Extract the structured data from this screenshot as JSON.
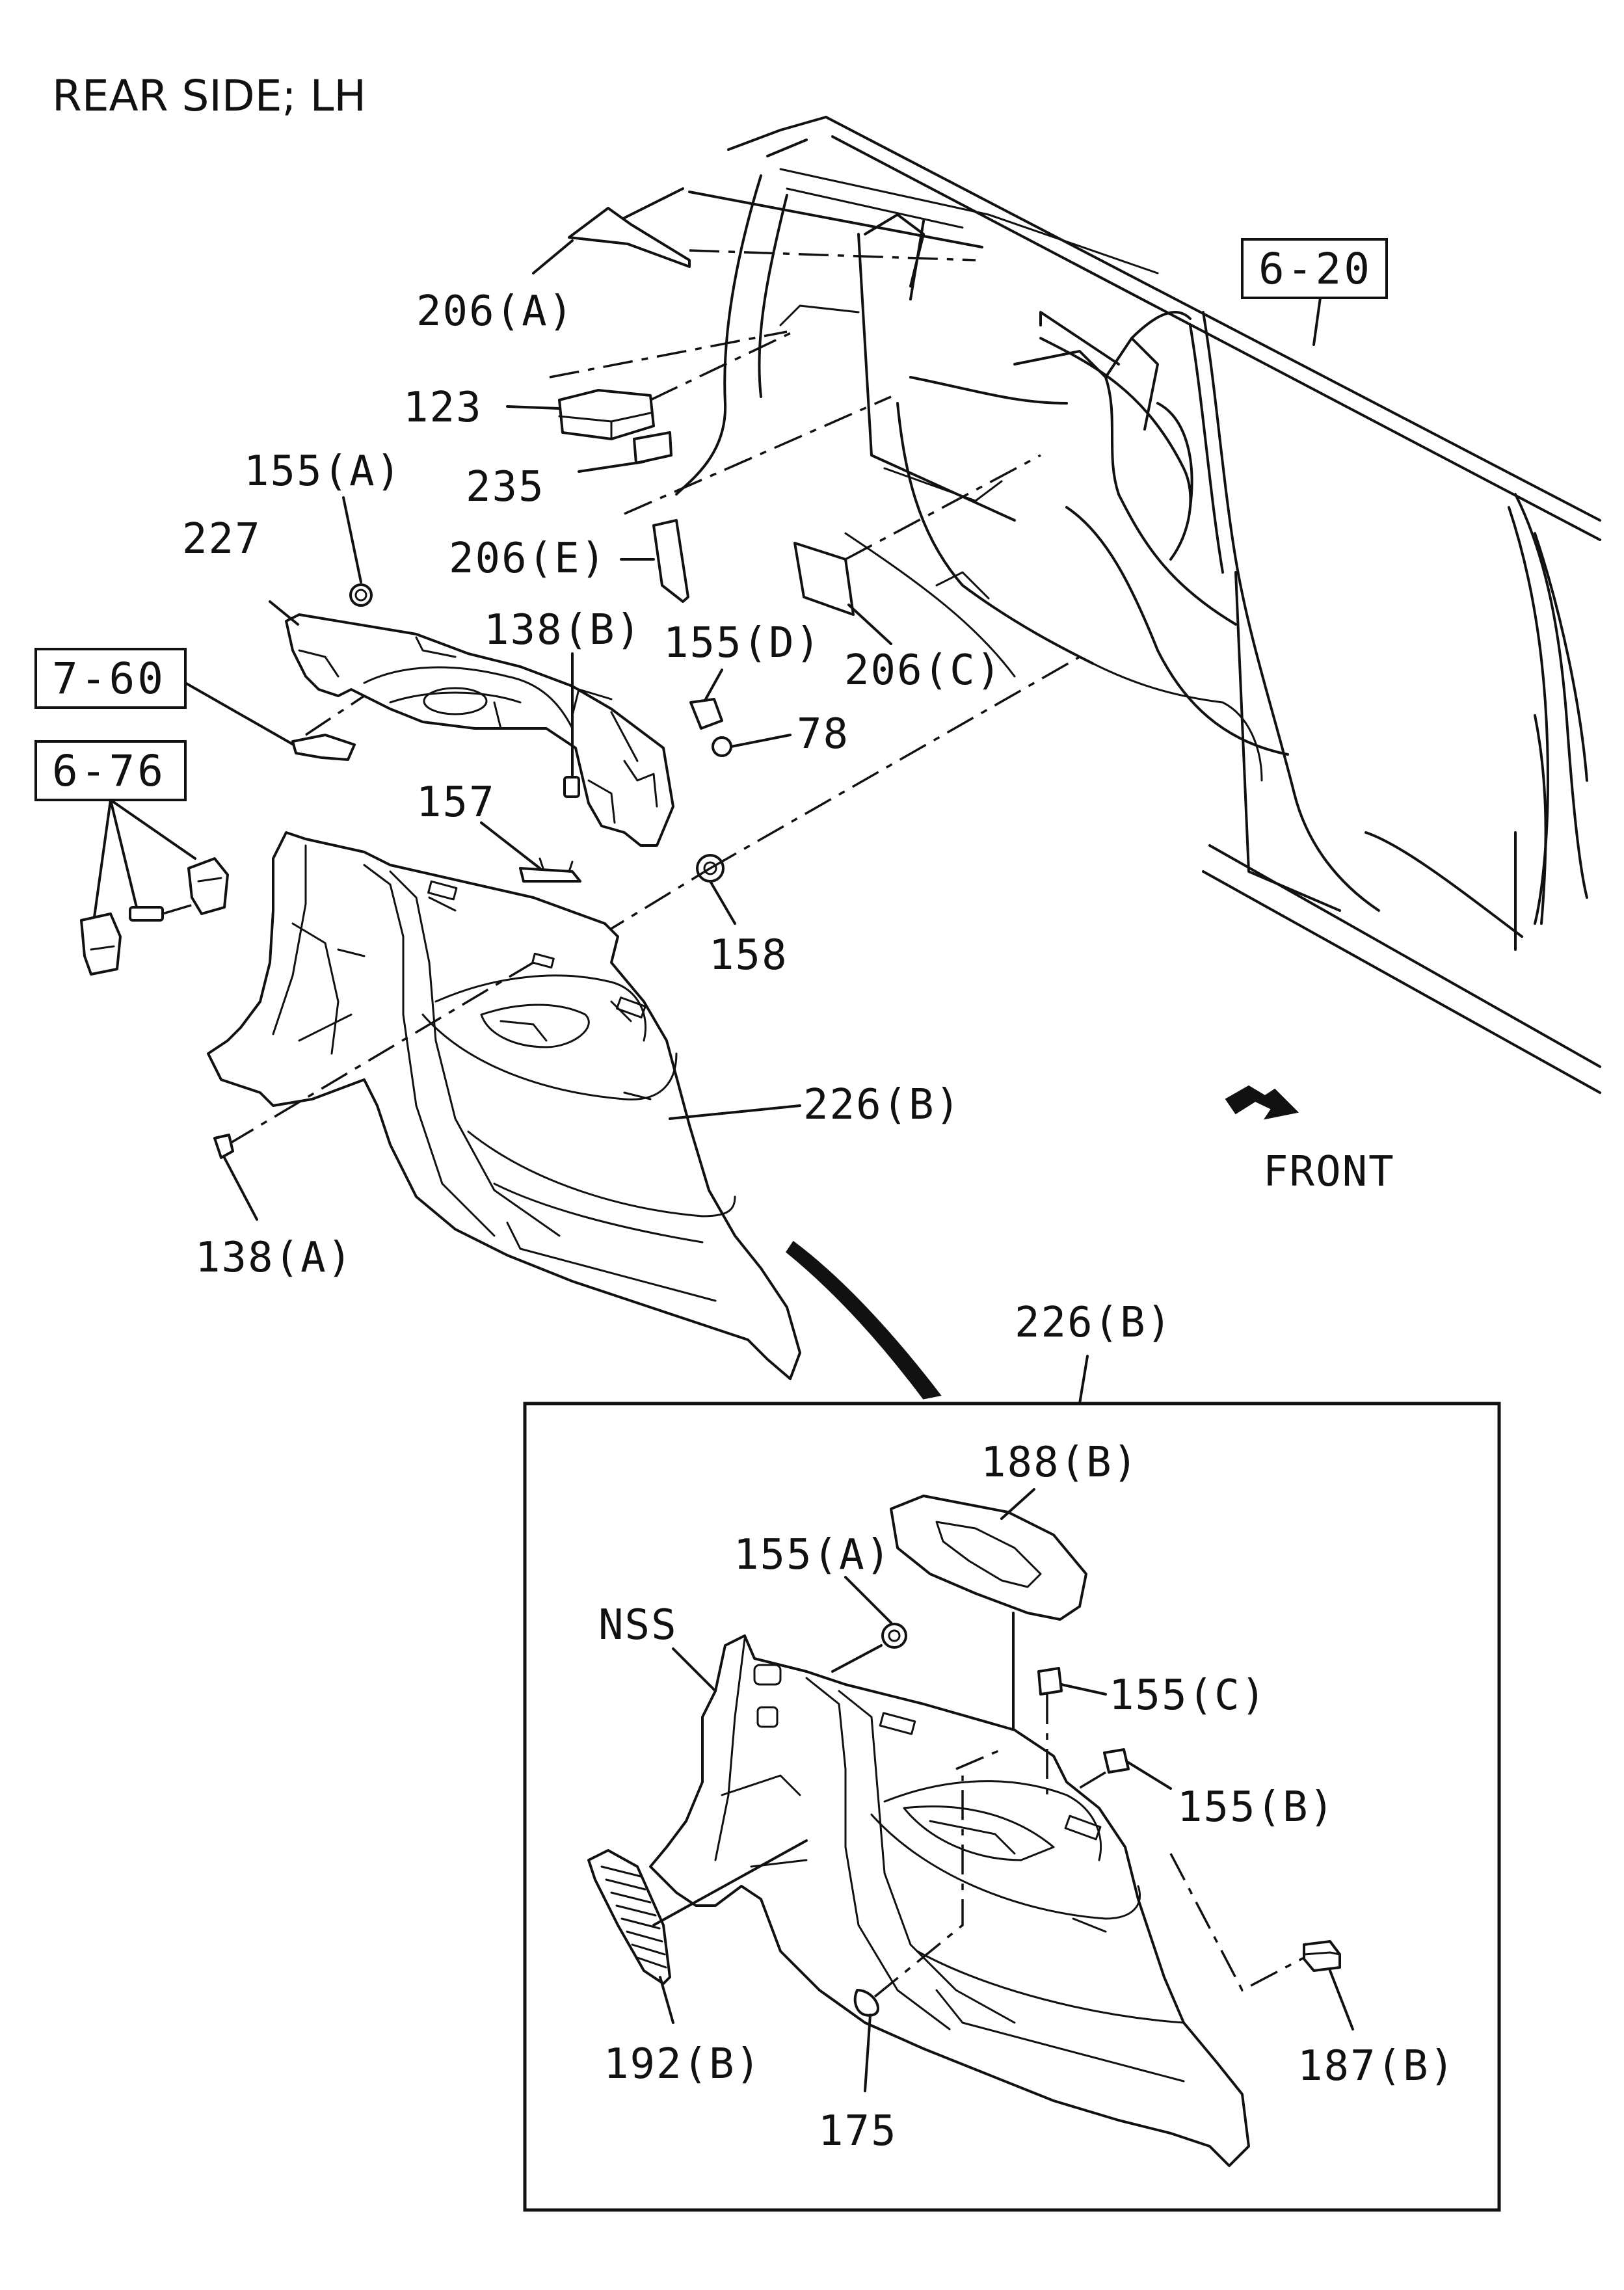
{
  "title": "REAR SIDE; LH",
  "direction_label": "FRONT",
  "refs": {
    "r620": "6-20",
    "r760": "7-60",
    "r676": "6-76"
  },
  "callouts": {
    "c206a": "206(A)",
    "c123": "123",
    "c235": "235",
    "c155a": "155(A)",
    "c227": "227",
    "c206e": "206(E)",
    "c138b": "138(B)",
    "c155d": "155(D)",
    "c78": "78",
    "c206c": "206(C)",
    "c157": "157",
    "c158": "158",
    "c226b": "226(B)",
    "c138a": "138(A)"
  },
  "detail": {
    "header": "226(B)",
    "callouts": {
      "c188b": "188(B)",
      "c155a": "155(A)",
      "nss": "NSS",
      "c155c": "155(C)",
      "c155b": "155(B)",
      "c192b": "192(B)",
      "c187b": "187(B)",
      "c175": "175"
    }
  }
}
